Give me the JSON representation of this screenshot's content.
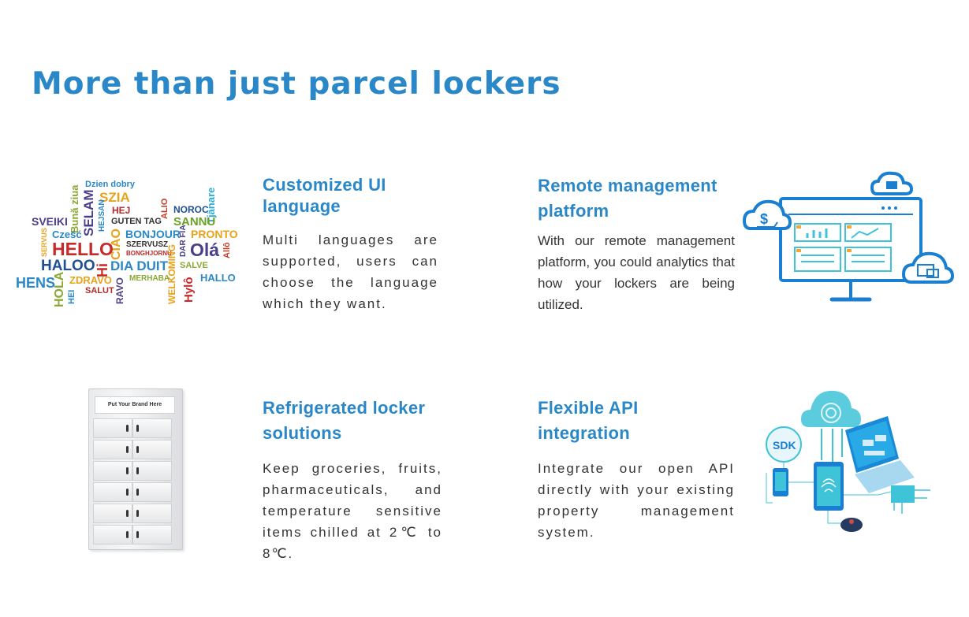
{
  "page": {
    "title": "More than just parcel lockers"
  },
  "features": [
    {
      "title": "Customized UI language",
      "description": "Multi languages are supported, users can choose the language which they want."
    },
    {
      "title": "Remote management platform",
      "description": "With our remote management platform, you could analytics that how your lockers are being utilized."
    },
    {
      "title": "Refrigerated locker solutions",
      "description": "Keep groceries, fruits, pharmaceuticals, and temperature sensitive items chilled at 2℃ to 8℃."
    },
    {
      "title": "Flexible API integration",
      "description": "Integrate our open API directly with your existing property management system."
    }
  ],
  "wordcloud": {
    "words": [
      "Dzien dobry",
      "Bună ziua",
      "SZIA",
      "HEJ",
      "NOROC",
      "Tjänare",
      "SVEIKI",
      "SELAM",
      "HEJSAN",
      "GUTEN TAG",
      "ALIO",
      "SANNU",
      "Cześć",
      "CIAO",
      "BONJOUR",
      "PRONTO",
      "SERVUS",
      "HELLO",
      "SZERVUSZ",
      "BONGHJORNU",
      "DAR FIA",
      "Olá",
      "Allô",
      "HALOO",
      "Hi",
      "DIA DUIT",
      "WELKOMING",
      "SALVE",
      "HENS",
      "HOLA",
      "ZDRAVO",
      "MERHABA",
      "HALLO",
      "SALUT",
      "RAVO",
      "Hylô",
      "HEI"
    ]
  },
  "locker": {
    "brand_label": "Put Your Brand Here"
  },
  "api_illustration": {
    "sdk_label": "SDK"
  },
  "colors": {
    "accent": "#2a88c8",
    "body_text": "#333333",
    "illustration_blue": "#1a7fd0",
    "illustration_teal": "#3ec3d8"
  }
}
